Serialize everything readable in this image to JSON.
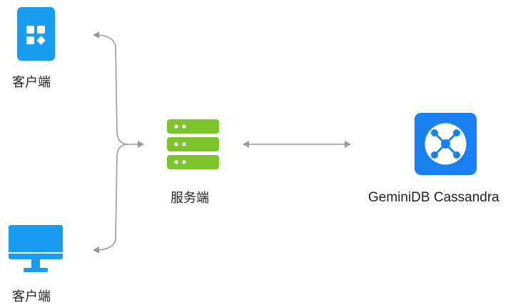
{
  "nodes": {
    "client_top": {
      "label": "客户端",
      "icon": "mobile-phone-icon"
    },
    "client_bottom": {
      "label": "客户端",
      "icon": "desktop-monitor-icon"
    },
    "server": {
      "label": "服务端",
      "icon": "server-stack-icon"
    },
    "database": {
      "label": "GeminiDB Cassandra",
      "icon": "cluster-node-icon"
    }
  },
  "colors": {
    "client_blue": "#1a9cf0",
    "server_green": "#7cc42c",
    "db_blue": "#1a7ff0",
    "arrow_gray": "#9a9a9a",
    "text": "#222222"
  }
}
